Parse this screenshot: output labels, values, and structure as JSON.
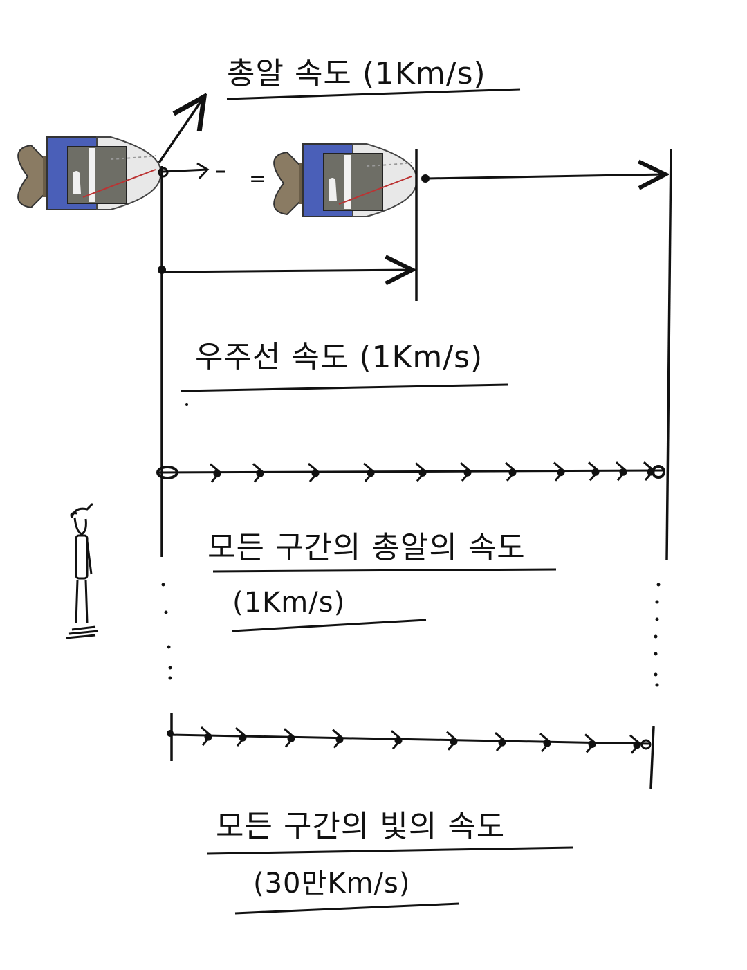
{
  "labels": {
    "bullet_speed": "총알 속도 (1Km/s)",
    "ship_speed": "우주선 속도 (1Km/s)",
    "all_bullet_speed": "모든 구간의 총알의 속도",
    "all_bullet_value": "(1Km/s)",
    "all_light_speed": "모든 구간의 빛의 속도",
    "all_light_value": "(30만Km/s)"
  },
  "icons": [
    "spaceship-icon",
    "observer-figure-icon",
    "arrow-icon"
  ],
  "colors": {
    "ink": "#111111",
    "ship_blue": "#4a5fb8",
    "ship_body": "#e8e8e8"
  }
}
